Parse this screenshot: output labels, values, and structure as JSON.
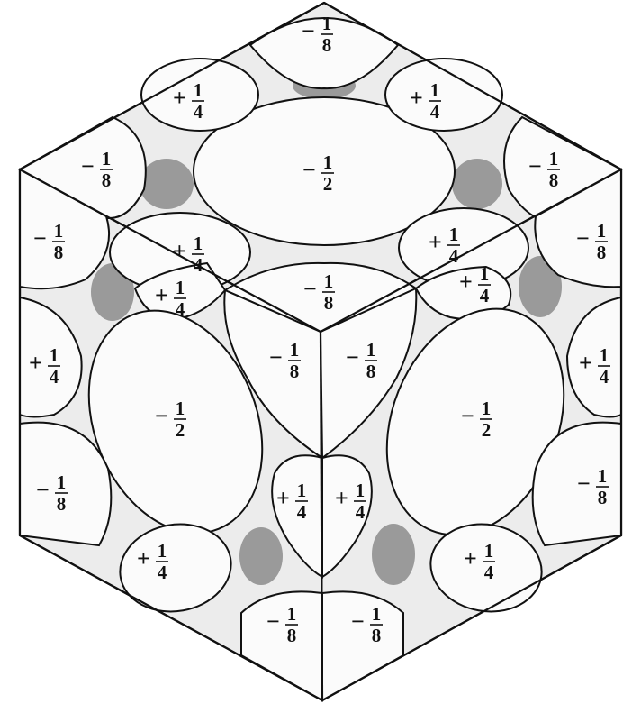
{
  "labels": {
    "top_corner": {
      "sign": "−",
      "num": "1",
      "den": "8"
    },
    "top_center": {
      "sign": "−",
      "num": "1",
      "den": "2"
    },
    "top_edge_left": {
      "sign": "+",
      "num": "1",
      "den": "4"
    },
    "top_edge_right": {
      "sign": "+",
      "num": "1",
      "den": "4"
    },
    "top_left_corner": {
      "sign": "−",
      "num": "1",
      "den": "8"
    },
    "top_right_corner": {
      "sign": "−",
      "num": "1",
      "den": "8"
    },
    "top_edge_front_left": {
      "sign": "+",
      "num": "1",
      "den": "4"
    },
    "top_edge_front_right": {
      "sign": "+",
      "num": "1",
      "den": "4"
    },
    "front_corner_top": {
      "sign": "−",
      "num": "1",
      "den": "8"
    },
    "left_top_corner": {
      "sign": "−",
      "num": "1",
      "den": "8"
    },
    "right_top_corner": {
      "sign": "−",
      "num": "1",
      "den": "8"
    },
    "left_face_top_edge": {
      "sign": "+",
      "num": "1",
      "den": "4"
    },
    "right_face_top_edge": {
      "sign": "+",
      "num": "1",
      "den": "4"
    },
    "left_outer_edge": {
      "sign": "+",
      "num": "1",
      "den": "4"
    },
    "right_outer_edge": {
      "sign": "+",
      "num": "1",
      "den": "4"
    },
    "left_front_corner": {
      "sign": "−",
      "num": "1",
      "den": "8"
    },
    "right_front_corner": {
      "sign": "−",
      "num": "1",
      "den": "8"
    },
    "left_center": {
      "sign": "−",
      "num": "1",
      "den": "2"
    },
    "right_center": {
      "sign": "−",
      "num": "1",
      "den": "2"
    },
    "left_bottom_corner": {
      "sign": "−",
      "num": "1",
      "den": "8"
    },
    "right_bottom_corner": {
      "sign": "−",
      "num": "1",
      "den": "8"
    },
    "front_edge_left": {
      "sign": "+",
      "num": "1",
      "den": "4"
    },
    "front_edge_right": {
      "sign": "+",
      "num": "1",
      "den": "4"
    },
    "left_bottom_edge": {
      "sign": "+",
      "num": "1",
      "den": "4"
    },
    "right_bottom_edge": {
      "sign": "+",
      "num": "1",
      "den": "4"
    },
    "bottom_left": {
      "sign": "−",
      "num": "1",
      "den": "8"
    },
    "bottom_right": {
      "sign": "−",
      "num": "1",
      "den": "8"
    }
  }
}
